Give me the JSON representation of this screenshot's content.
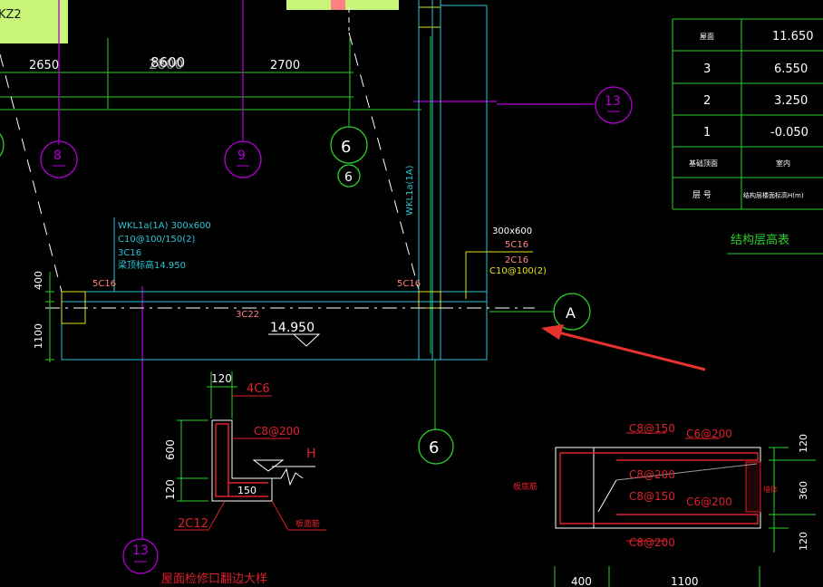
{
  "colors": {
    "bg": "#000000",
    "cyan": "#29c6d6",
    "green": "#2bd12b",
    "white": "#ffffff",
    "magenta": "#b300d6",
    "red": "#e0202b",
    "orange": "#f08040",
    "yellow": "#e5e51a",
    "lightgreen": "#c8f57a",
    "pink": "#ff8080",
    "arrow": "#e8322d"
  },
  "top_left_tag": "KZ2",
  "dims_top": {
    "d1": "2650",
    "d2": "2700",
    "overall": "8600",
    "overlap": "2800"
  },
  "grid_axes": {
    "a8": "8",
    "a9": "9",
    "a6": "6",
    "a6b": "6",
    "a13": "13",
    "aA": "A",
    "a6bottom": "6",
    "a13bottom": "13"
  },
  "beam": {
    "wkl_vertical": "WKL1a(1A)",
    "left_lines": [
      "WKL1a(1A) 300x600",
      "C10@100/150(2)",
      "3C16",
      "梁顶标高14.950"
    ],
    "left_top_rebar": "5C16",
    "right_top_rebar": "5C16",
    "bottom_rebar": "3C22",
    "elevation": "14.950",
    "dim_400": "400",
    "dim_1100": "1100",
    "right_lines": [
      "300x600",
      "5C16",
      "2C16",
      "C10@100(2)"
    ]
  },
  "detail": {
    "dim_120": "120",
    "top_rebar": "4C6",
    "stirrup": "C8@200",
    "label_H": "H",
    "dim_600": "600",
    "dim_120b": "120",
    "dim_150": "150",
    "bottom_rebar": "2C12",
    "slab_note": "板面筋",
    "title": "屋面检修口翻边大样"
  },
  "section": {
    "c8_150_top": "C8@150",
    "c6_200_top": "C6@200",
    "c8_200_a": "C8@200",
    "c8_150_mid": "C8@150",
    "c6_200_mid": "C6@200",
    "c8_200_b": "C8@200",
    "left_note": "板底筋",
    "right_note": "墙体",
    "dim_120_top": "120",
    "dim_360": "360",
    "dim_120_bot": "120",
    "dim_400": "400",
    "dim_1100": "1100"
  },
  "table": {
    "title": "结构层高表",
    "rows": [
      {
        "floor": "屋面",
        "elev": "11.650"
      },
      {
        "floor": "3",
        "elev": "6.550"
      },
      {
        "floor": "2",
        "elev": "3.250"
      },
      {
        "floor": "1",
        "elev": "-0.050"
      },
      {
        "floor": "基础顶面",
        "elev": "室内"
      }
    ],
    "header_floor": "层 号",
    "header_elev": "结构层楼面标高H(m)"
  }
}
